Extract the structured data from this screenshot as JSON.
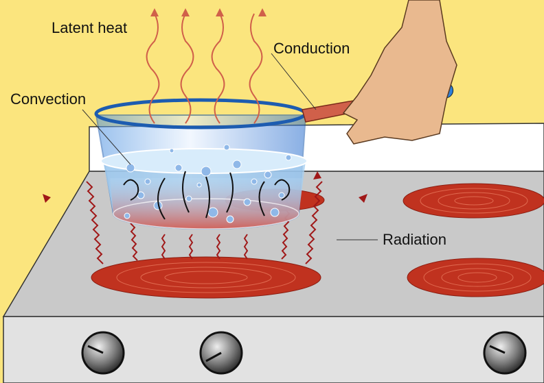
{
  "labels": {
    "latent_heat": "Latent heat",
    "conduction": "Conduction",
    "convection": "Convection",
    "radiation": "Radiation"
  },
  "colors": {
    "wall": "#fbe57e",
    "stovetop": "#c9c9c9",
    "burner": "#c0321f",
    "heat_arrow": "#d0604a",
    "radiation_arrow": "#a01818",
    "water": "#a8d0f0",
    "pot_blue": "#2f7fd8",
    "skin": "#e9b98f"
  }
}
